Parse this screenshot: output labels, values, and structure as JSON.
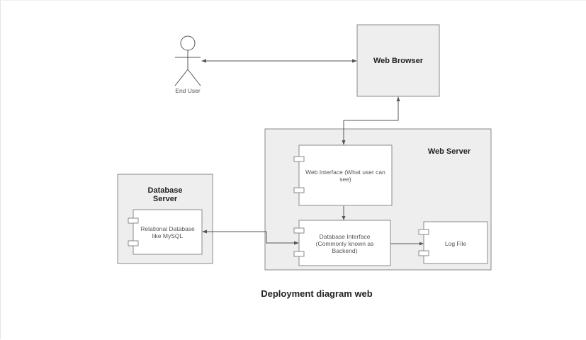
{
  "diagram": {
    "title": "Deployment diagram web",
    "actor": {
      "label": "End User"
    },
    "nodes": {
      "web_browser": {
        "label": "Web Browser"
      },
      "web_server": {
        "label": "Web Server"
      },
      "database_server": {
        "label": "Database Server"
      }
    },
    "components": {
      "web_interface": {
        "label": "Web Interface (What user can see)"
      },
      "database_interface": {
        "label": "Database Interface (Commonly known as Backend)"
      },
      "relational_database": {
        "label": "Relational Database like MySQL"
      },
      "log_file": {
        "label": "Log File"
      }
    },
    "edges": [
      {
        "from": "End User",
        "to": "Web Browser",
        "direction": "both"
      },
      {
        "from": "Web Browser",
        "to": "Web Interface (What user can see)",
        "direction": "both"
      },
      {
        "from": "Web Interface (What user can see)",
        "to": "Database Interface (Commonly known as Backend)",
        "direction": "forward"
      },
      {
        "from": "Database Interface (Commonly known as Backend)",
        "to": "Log File",
        "direction": "forward"
      },
      {
        "from": "Database Interface (Commonly known as Backend)",
        "to": "Relational Database like MySQL",
        "direction": "both"
      }
    ]
  }
}
